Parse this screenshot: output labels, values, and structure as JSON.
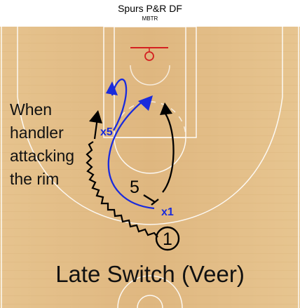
{
  "header": {
    "title": "Spurs P&R DF",
    "subtitle": "MBTR"
  },
  "annotation": {
    "lines": [
      "When",
      "handler",
      "attacking",
      "the rim"
    ]
  },
  "players": {
    "offense_handler": "1",
    "offense_screener": "5",
    "defender_handler": "x1",
    "defender_screener": "x5"
  },
  "caption": "Late Switch (Veer)",
  "colors": {
    "court": "#e2bd86",
    "court_lines": "#ffffff",
    "rim": "#d42020",
    "defense": "#1a2bdc",
    "offense": "#000000"
  }
}
